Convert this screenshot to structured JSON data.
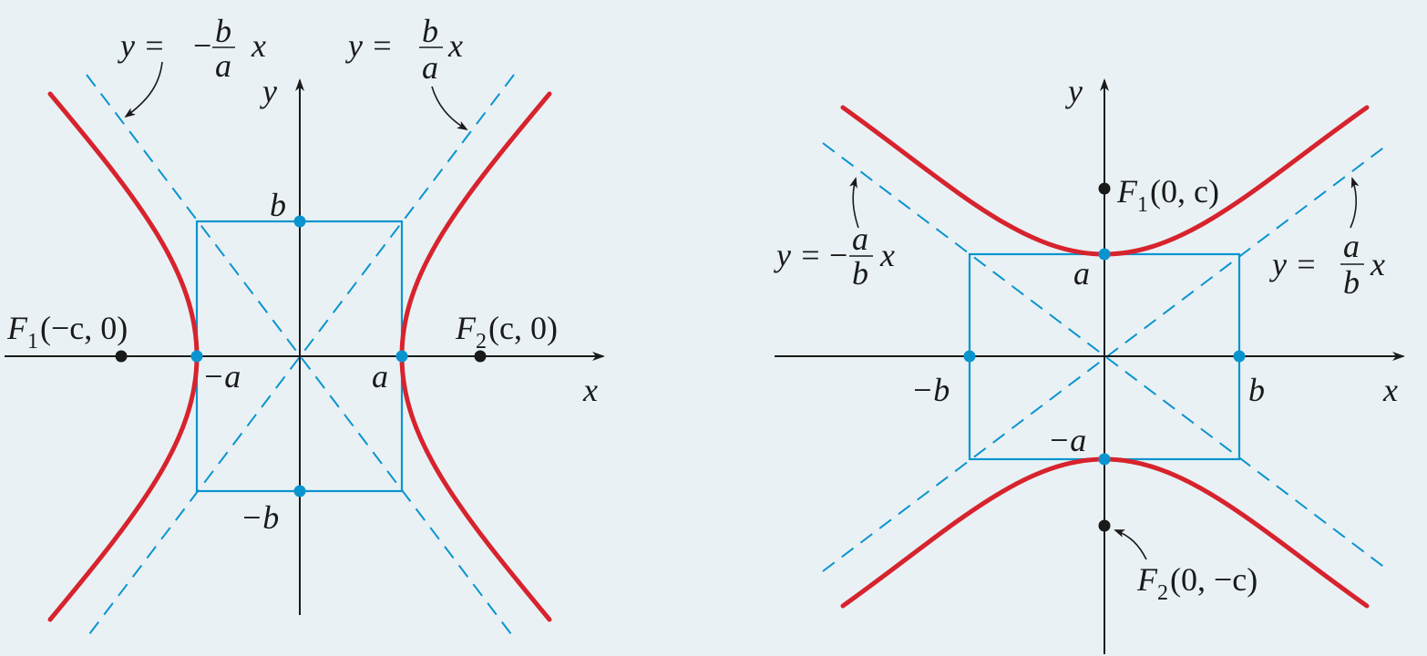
{
  "colors": {
    "background": "#e9f1f4",
    "hyperbola": "#d7232d",
    "guides": "#0a94cf",
    "axes": "#1a1a1a"
  },
  "left": {
    "axis_x": "x",
    "axis_y": "y",
    "asym_neg": {
      "lhs": "y =",
      "sign": "−",
      "num": "b",
      "den": "a",
      "var": "x"
    },
    "asym_pos": {
      "lhs": "y =",
      "num": "b",
      "den": "a",
      "var": "x"
    },
    "labels": {
      "b": "b",
      "neg_b": "−b",
      "a": "a",
      "neg_a": "−a"
    },
    "focus1": {
      "letter": "F",
      "sub": "1",
      "coords": "(−c, 0)"
    },
    "focus2": {
      "letter": "F",
      "sub": "2",
      "coords": "(c, 0)"
    }
  },
  "right": {
    "axis_x": "x",
    "axis_y": "y",
    "asym_neg": {
      "lhs": "y =",
      "sign": "−",
      "num": "a",
      "den": "b",
      "var": "x"
    },
    "asym_pos": {
      "lhs": "y =",
      "num": "a",
      "den": "b",
      "var": "x"
    },
    "labels": {
      "a": "a",
      "neg_a": "−a",
      "b": "b",
      "neg_b": "−b"
    },
    "focus1": {
      "letter": "F",
      "sub": "1",
      "coords": "(0, c)"
    },
    "focus2": {
      "letter": "F",
      "sub": "2",
      "coords": "(0, −c)"
    }
  }
}
